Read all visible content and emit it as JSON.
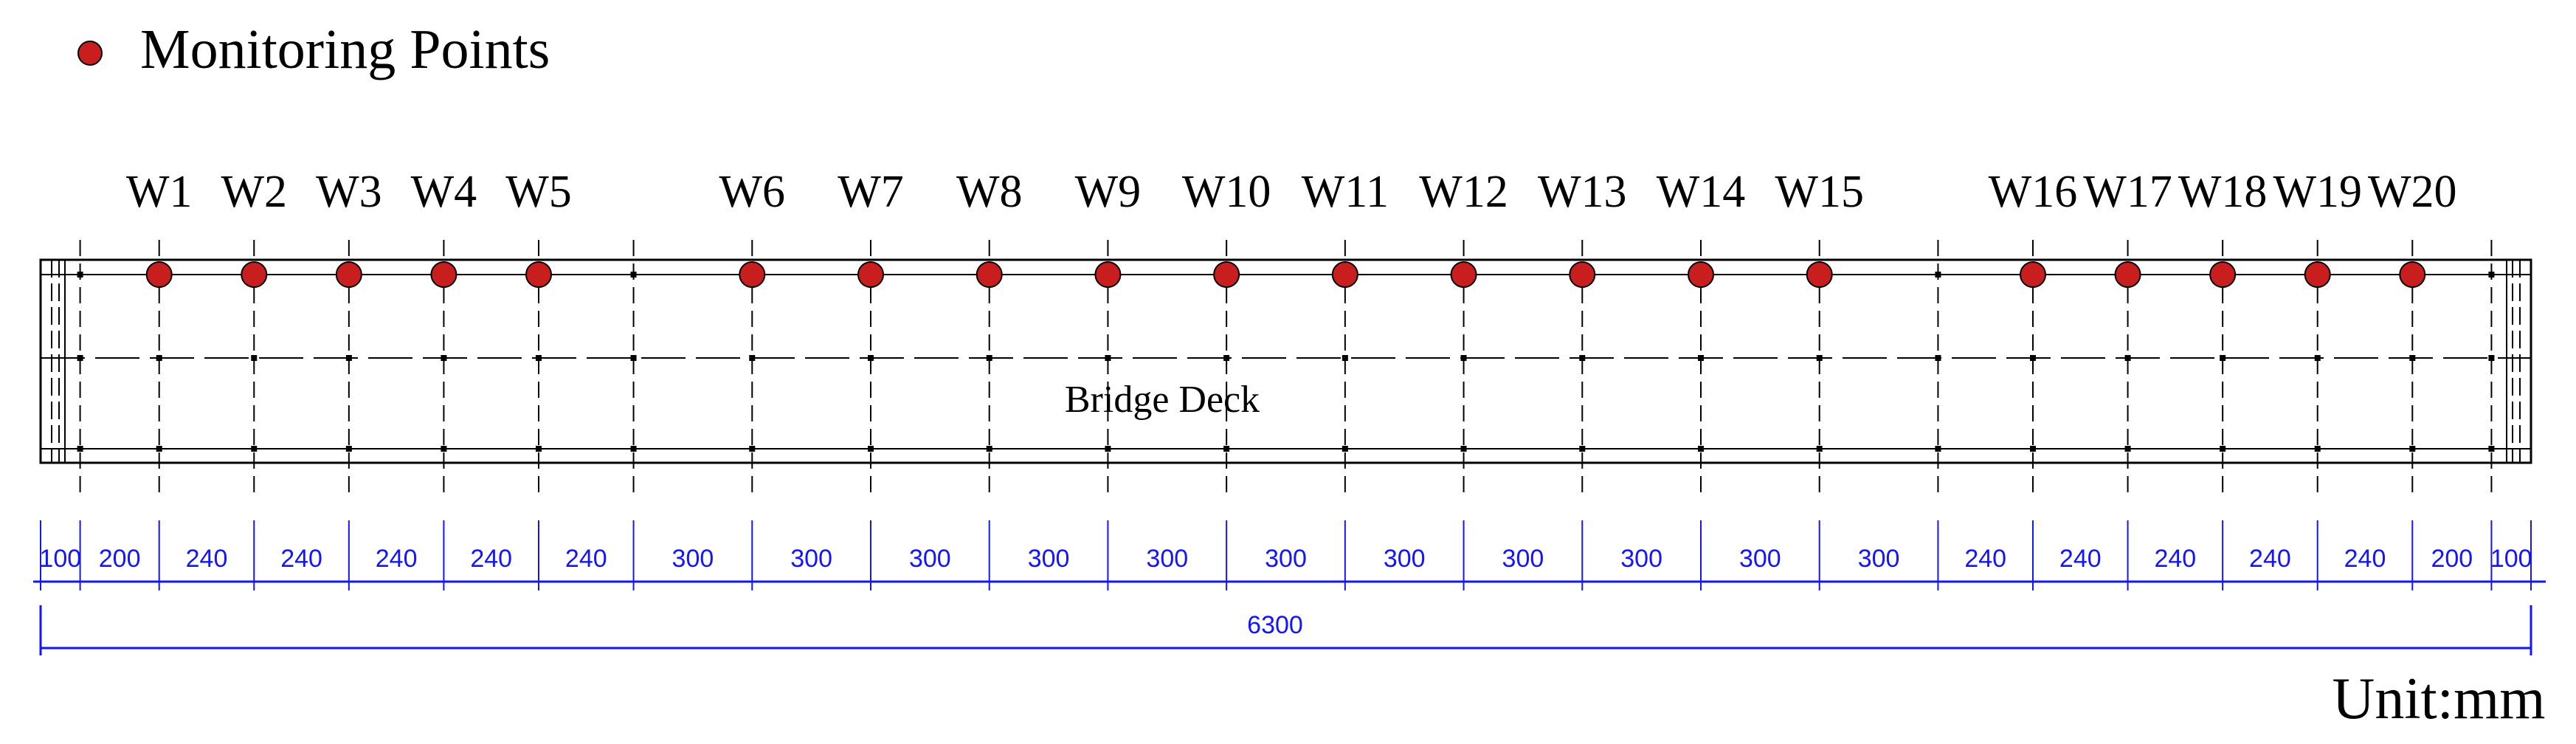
{
  "legend": {
    "label": "Monitoring Points",
    "marker_color": "#c81e1e"
  },
  "deck_label": "Bridge Deck",
  "unit_label": "Unit:mm",
  "total_dimension": "6300",
  "dimension_color": "#1414ff",
  "segments": [
    100,
    200,
    240,
    240,
    240,
    240,
    240,
    300,
    300,
    300,
    300,
    300,
    300,
    300,
    300,
    300,
    300,
    300,
    240,
    240,
    240,
    240,
    240,
    200,
    100
  ],
  "segment_labels": [
    "100",
    "200",
    "240",
    "240",
    "240",
    "240",
    "240",
    "300",
    "300",
    "300",
    "300",
    "300",
    "300",
    "300",
    "300",
    "300",
    "300",
    "300",
    "240",
    "240",
    "240",
    "240",
    "240",
    "200",
    "100"
  ],
  "points": [
    {
      "label": "W1",
      "position_mm": 300
    },
    {
      "label": "W2",
      "position_mm": 540
    },
    {
      "label": "W3",
      "position_mm": 780
    },
    {
      "label": "W4",
      "position_mm": 1020
    },
    {
      "label": "W5",
      "position_mm": 1260
    },
    {
      "label": "W6",
      "position_mm": 1800
    },
    {
      "label": "W7",
      "position_mm": 2100
    },
    {
      "label": "W8",
      "position_mm": 2400
    },
    {
      "label": "W9",
      "position_mm": 2700
    },
    {
      "label": "W10",
      "position_mm": 3000
    },
    {
      "label": "W11",
      "position_mm": 3300
    },
    {
      "label": "W12",
      "position_mm": 3600
    },
    {
      "label": "W13",
      "position_mm": 3900
    },
    {
      "label": "W14",
      "position_mm": 4200
    },
    {
      "label": "W15",
      "position_mm": 4500
    },
    {
      "label": "W16",
      "position_mm": 5040
    },
    {
      "label": "W17",
      "position_mm": 5280
    },
    {
      "label": "W18",
      "position_mm": 5520
    },
    {
      "label": "W19",
      "position_mm": 5760
    },
    {
      "label": "W20",
      "position_mm": 6000
    }
  ]
}
